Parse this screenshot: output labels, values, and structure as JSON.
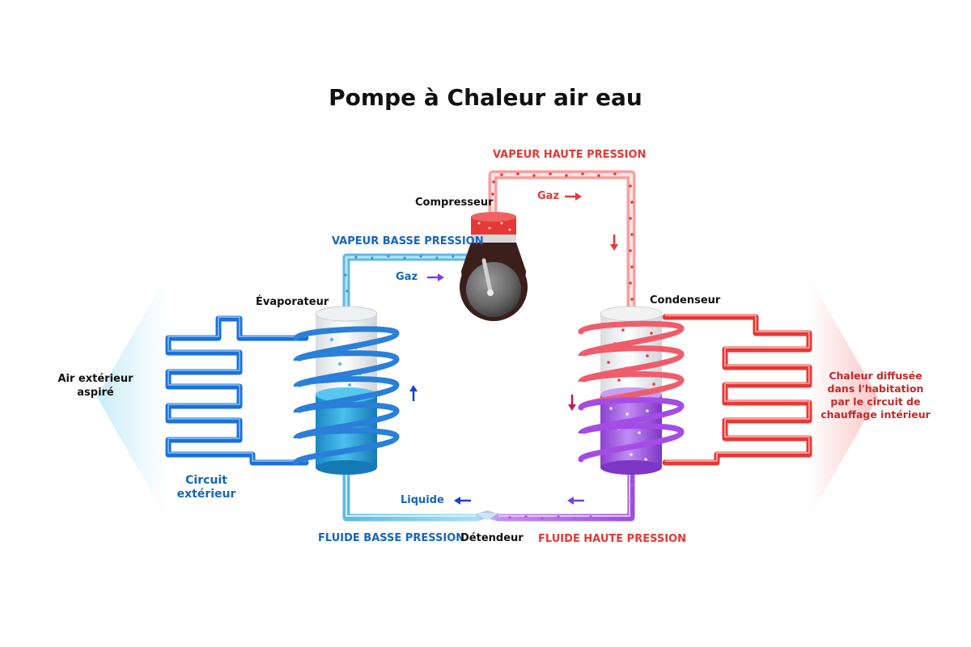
{
  "title": "Pompe à Chaleur air eau",
  "labels": {
    "vapeur_haute_pression": "VAPEUR HAUTE PRESSION",
    "vapeur_basse_pression": "VAPEUR BASSE PRESSION",
    "compresseur": "Compresseur",
    "gaz_left": "Gaz",
    "gaz_top": "Gaz",
    "evaporateur": "Évaporateur",
    "condenseur": "Condenseur",
    "air_exterieur": "Air extérieur\naspiré",
    "circuit_exterieur": "Circuit\nextérieur",
    "chaleur_diffusee": "Chaleur diffusée\ndans l'habitation\npar le circuit de\nchauffage intérieur",
    "liquide": "Liquide",
    "fluide_basse_pression": "FLUIDE BASSE PRESSION",
    "detendeur": "Détendeur",
    "fluide_haute_pression": "FLUIDE HAUTE PRESSION"
  },
  "colors": {
    "cold_blue": "#1e6fd9",
    "light_blue": "#8fd3f0",
    "hot_red": "#e53935",
    "light_red": "#f8b4b4",
    "purple": "#9b4fe0",
    "compressor_dark": "#3a1f1a"
  }
}
